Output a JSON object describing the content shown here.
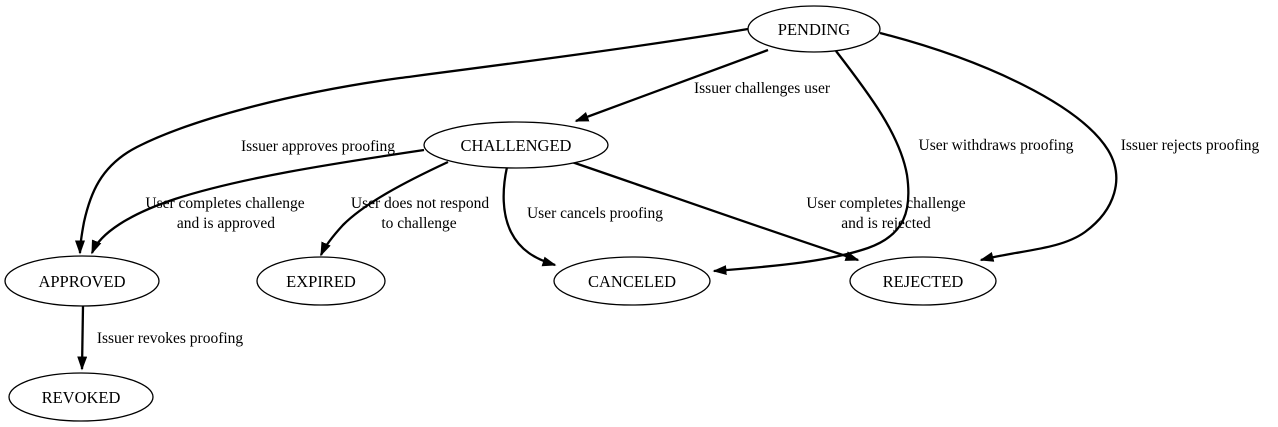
{
  "diagram": {
    "type": "state-transition-graph",
    "background_color": "#ffffff",
    "line_color": "#000000",
    "text_color": "#000000",
    "nodes": [
      {
        "id": "pending",
        "label": "PENDING"
      },
      {
        "id": "challenged",
        "label": "CHALLENGED"
      },
      {
        "id": "approved",
        "label": "APPROVED"
      },
      {
        "id": "expired",
        "label": "EXPIRED"
      },
      {
        "id": "canceled",
        "label": "CANCELED"
      },
      {
        "id": "rejected",
        "label": "REJECTED"
      },
      {
        "id": "revoked",
        "label": "REVOKED"
      }
    ],
    "edges": [
      {
        "from": "PENDING",
        "to": "CHALLENGED",
        "label": "Issuer challenges user",
        "label_lines": [
          "Issuer challenges user"
        ]
      },
      {
        "from": "PENDING",
        "to": "APPROVED",
        "label": "Issuer approves proofing",
        "label_lines": [
          "Issuer approves proofing"
        ]
      },
      {
        "from": "PENDING",
        "to": "CANCELED",
        "label": "User withdraws proofing",
        "label_lines": [
          "User withdraws proofing"
        ]
      },
      {
        "from": "PENDING",
        "to": "REJECTED",
        "label": "Issuer rejects proofing",
        "label_lines": [
          "Issuer rejects proofing"
        ]
      },
      {
        "from": "CHALLENGED",
        "to": "APPROVED",
        "label": "User completes challenge and is approved",
        "label_lines": [
          "User completes challenge",
          "and is approved"
        ]
      },
      {
        "from": "CHALLENGED",
        "to": "EXPIRED",
        "label": "User does not respond to challenge",
        "label_lines": [
          "User does not respond",
          "to challenge"
        ]
      },
      {
        "from": "CHALLENGED",
        "to": "CANCELED",
        "label": "User cancels proofing",
        "label_lines": [
          "User cancels proofing"
        ]
      },
      {
        "from": "CHALLENGED",
        "to": "REJECTED",
        "label": "User completes challenge and is rejected",
        "label_lines": [
          "User completes challenge",
          "and is rejected"
        ]
      },
      {
        "from": "APPROVED",
        "to": "REVOKED",
        "label": "Issuer revokes proofing",
        "label_lines": [
          "Issuer revokes proofing"
        ]
      }
    ]
  }
}
